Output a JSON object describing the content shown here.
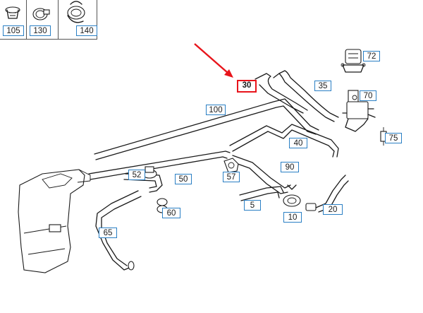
{
  "diagram": {
    "legend": [
      {
        "id": "105",
        "label": "105"
      },
      {
        "id": "130",
        "label": "130"
      },
      {
        "id": "140",
        "label": "140"
      }
    ],
    "callouts": [
      {
        "id": "72",
        "label": "72"
      },
      {
        "id": "35",
        "label": "35"
      },
      {
        "id": "30",
        "label": "30",
        "highlighted": true
      },
      {
        "id": "70",
        "label": "70"
      },
      {
        "id": "100",
        "label": "100"
      },
      {
        "id": "75",
        "label": "75"
      },
      {
        "id": "40",
        "label": "40"
      },
      {
        "id": "90",
        "label": "90"
      },
      {
        "id": "52",
        "label": "52"
      },
      {
        "id": "50",
        "label": "50"
      },
      {
        "id": "57",
        "label": "57"
      },
      {
        "id": "5",
        "label": "5"
      },
      {
        "id": "20",
        "label": "20"
      },
      {
        "id": "60",
        "label": "60"
      },
      {
        "id": "10",
        "label": "10"
      },
      {
        "id": "65",
        "label": "65"
      }
    ],
    "colors": {
      "label_border": "#2a7fc4",
      "highlight": "#e8141b",
      "line": "#1a1a1a"
    }
  }
}
